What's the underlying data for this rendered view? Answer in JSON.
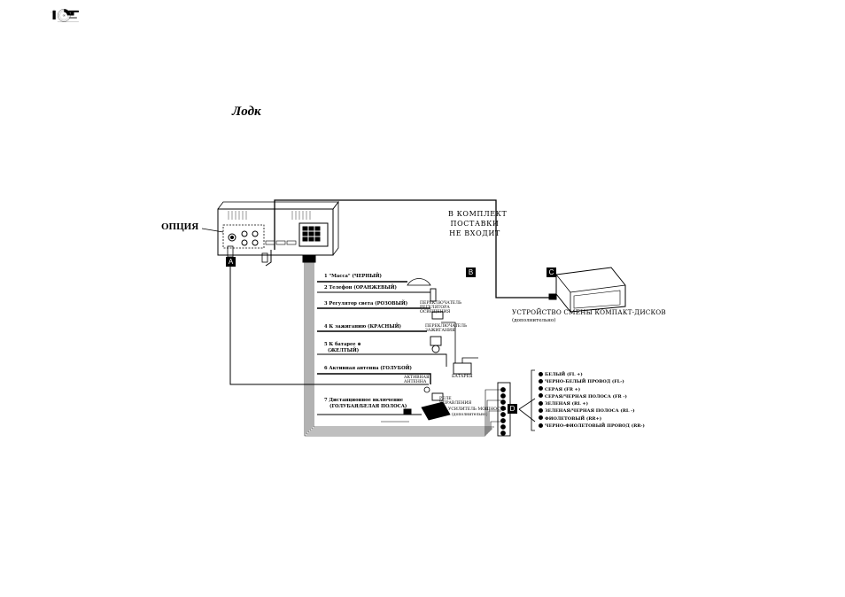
{
  "logo": {
    "word": "Лодк"
  },
  "note": {
    "line1": "В КОМПЛЕКТ",
    "line2": "ПОСТАВКИ",
    "line3": "НЕ ВХОДИТ"
  },
  "option_label": "ОПЦИЯ",
  "letters": {
    "a": "A",
    "b": "B",
    "c": "C",
    "d": "D"
  },
  "wires": [
    {
      "label": "1 \"Масса\" (ЧЕРНЫЙ)"
    },
    {
      "label": "2 Телефон (ОРАНЖЕВЫЙ)"
    },
    {
      "label": "3 Регулятор света (РОЗОВЫЙ)"
    },
    {
      "label": "4 К зажиганию (КРАСНЫЙ)"
    },
    {
      "label": "5 К батарее ⊕",
      "sub": "(ЖЕЛТЫЙ)"
    },
    {
      "label": "6 Активная антенна (ГОЛУБОЙ)"
    },
    {
      "label": "7 Дистанционное включение",
      "sub": "(ГОЛУБАЯ/БЕЛАЯ ПОЛОСА)"
    }
  ],
  "parts": {
    "light_switch": "ПЕРЕКЛЮЧАТЕЛЬ РЕГУЛЯТОРА ОСВЕЩЕНИЯ",
    "ignition": "ПЕРЕКЛЮЧАТЕЛЬ ЗАЖИГАНИЯ",
    "battery": "БАТАРЕЯ",
    "antenna": "АКТИВНАЯ АНТЕННА",
    "relay": "РЕЛЕ УПРАВЛЕНИЯ",
    "amplifier": "УСИЛИТЕЛЬ МОЩНОСТИ",
    "amplifier_sub": "(дополнительно)"
  },
  "cd_changer": {
    "title": "УСТРОЙСТВО СМЕНЫ КОМПАКТ-ДИСКОВ",
    "sub": "(дополнительно)"
  },
  "speaker_wires": [
    "БЕЛЫЙ (FL +)",
    "ЧЕРНО-БЕЛЫЙ ПРОВОД (FL-)",
    "СЕРАЯ (FR +)",
    "СЕРАЯ/ЧЕРНАЯ ПОЛОСА (FR -)",
    "ЗЕЛЕНАЯ (RL +)",
    "ЗЕЛЕНАЯ/ЧЕРНАЯ ПОЛОСА (RL -)",
    "ФИОЛЕТОВЫЙ (RR+)",
    "ЧЕРНО-ФИОЛЕТОВЫЙ ПРОВОД (RR-)"
  ]
}
